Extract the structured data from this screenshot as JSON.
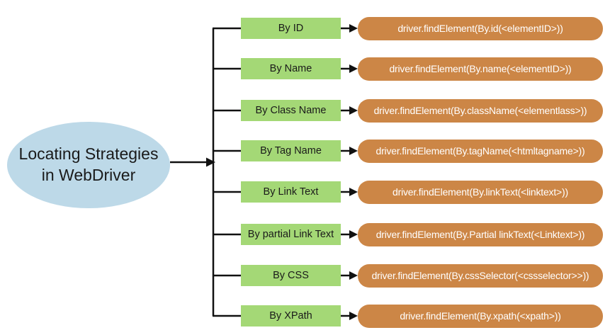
{
  "diagram": {
    "root": {
      "line1": "Locating Strategies",
      "line2": "in WebDriver"
    },
    "rows": [
      {
        "label": "By ID",
        "code": "driver.findElement(By.id(<elementID>))"
      },
      {
        "label": "By Name",
        "code": "driver.findElement(By.name(<elementID>))"
      },
      {
        "label": "By Class Name",
        "code": "driver.findElement(By.className(<elementlass>))"
      },
      {
        "label": "By Tag Name",
        "code": "driver.findElement(By.tagName(<htmltagname>))"
      },
      {
        "label": "By Link Text",
        "code": "driver.findElement(By.linkText(<linktext>))"
      },
      {
        "label": "By partial Link Text",
        "code": "driver.findElement(By.Partial linkText(<Linktext>))"
      },
      {
        "label": "By CSS",
        "code": "driver.findElement(By.cssSelector(<cssselector>>))"
      },
      {
        "label": "By XPath",
        "code": "driver.findElement(By.xpath(<xpath>))"
      }
    ],
    "colors": {
      "root_fill": "#bdd9e8",
      "strategy_fill": "#a4d876",
      "code_fill": "#cc8646",
      "line": "#111111",
      "code_text": "#ffffff",
      "label_text": "#1a1a1a"
    }
  }
}
